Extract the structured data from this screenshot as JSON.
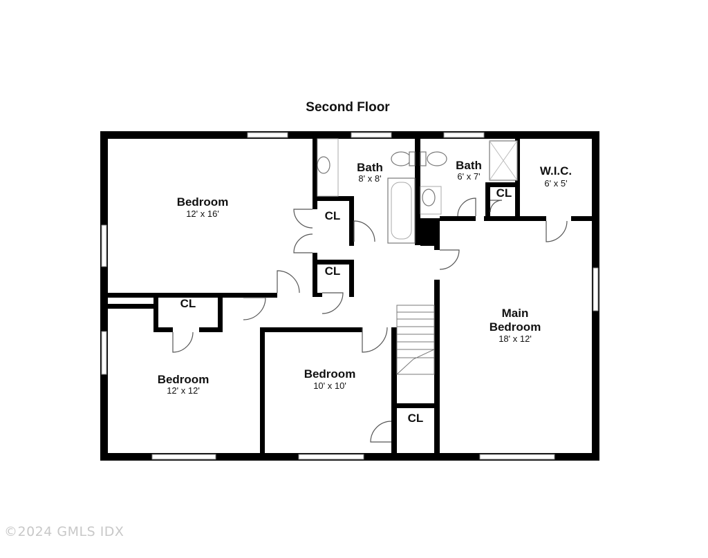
{
  "title": "Second Floor",
  "rooms": {
    "bedroom_top_left": {
      "name": "Bedroom",
      "dims": "12' x 16'"
    },
    "bath_left": {
      "name": "Bath",
      "dims": "8' x 8'"
    },
    "bath_right": {
      "name": "Bath",
      "dims": "6' x 7'"
    },
    "wic": {
      "name": "W.I.C.",
      "dims": "6' x 5'"
    },
    "bedroom_bottom_left": {
      "name": "Bedroom",
      "dims": "12' x 12'"
    },
    "bedroom_middle": {
      "name": "Bedroom",
      "dims": "10' x 10'"
    },
    "main_bedroom": {
      "name_line1": "Main",
      "name_line2": "Bedroom",
      "dims": "18' x 12'"
    }
  },
  "closets": {
    "cl_top": "CL",
    "cl_mid": "CL",
    "cl_left": "CL",
    "cl_bath": "CL",
    "cl_bottom": "CL"
  },
  "watermark": "©2024 GMLS IDX",
  "colors": {
    "wall": "#000000",
    "background": "#ffffff",
    "watermark": "#c8c8c8"
  }
}
